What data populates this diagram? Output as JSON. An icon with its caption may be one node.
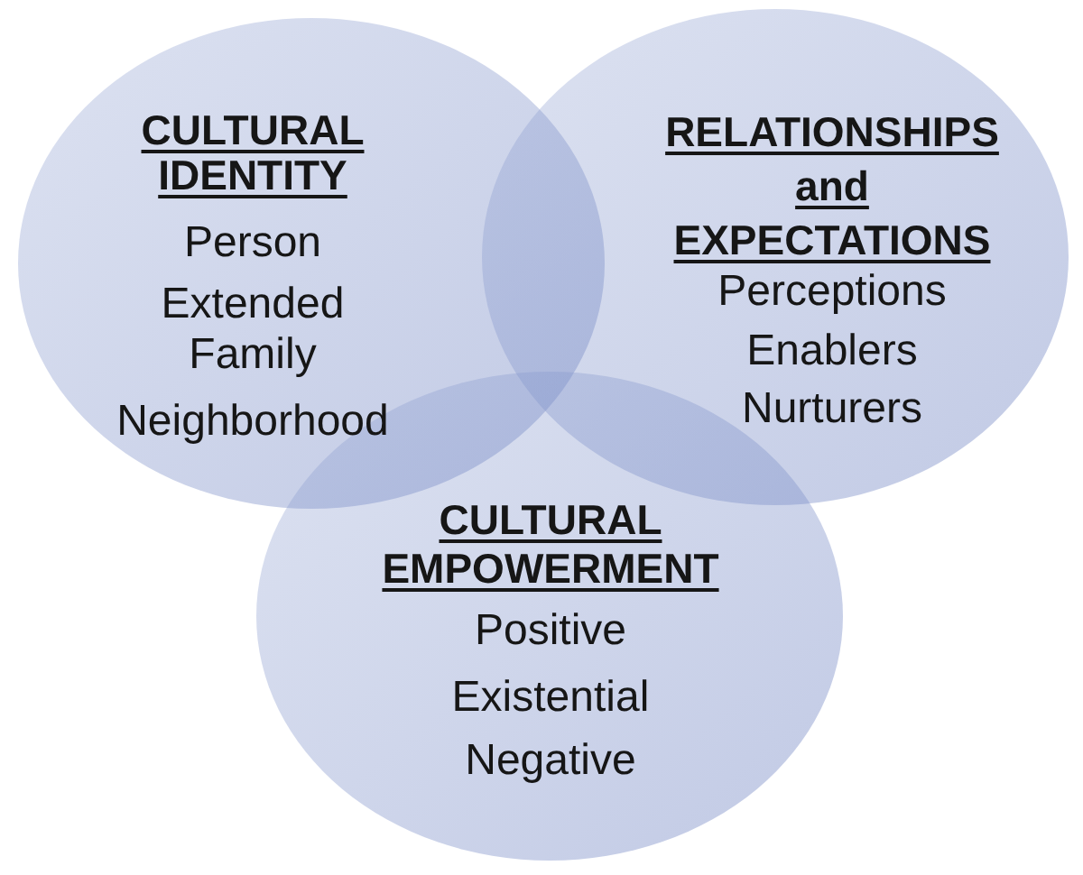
{
  "diagram": {
    "nodes": [
      {
        "text": [
          "CULTURAL IDENTITY",
          "Person",
          "Extended Family",
          "Neighborhood"
        ]
      },
      {
        "text": [
          "RELATIONSHIPS and EXPECTATIONS",
          "Perceptions",
          "Enablers",
          "Nurturers"
        ]
      },
      {
        "text": [
          "CULTURAL EMPOWERMENT",
          "Positive",
          "Existential",
          "Negative"
        ]
      }
    ]
  }
}
